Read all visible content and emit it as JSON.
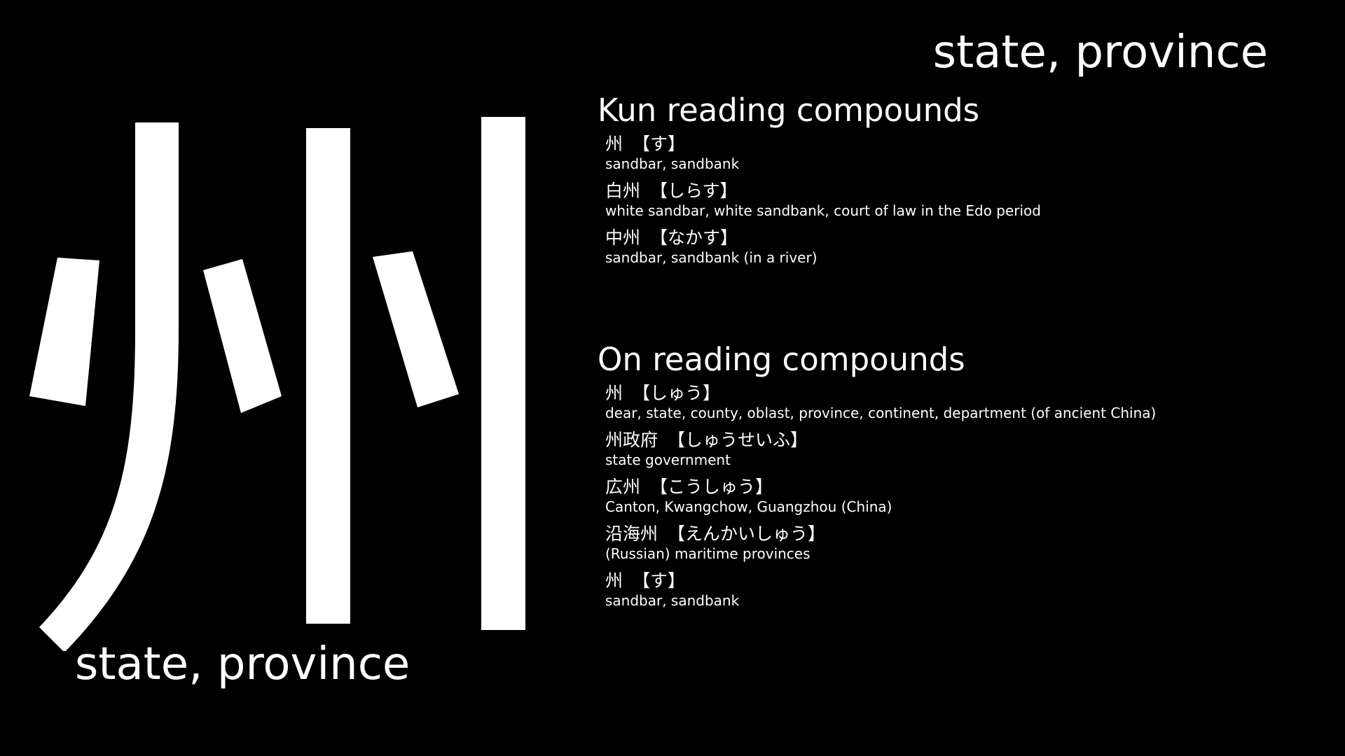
{
  "kanji": {
    "character": "州",
    "meaning_top": "state, province",
    "meaning_bottom": "state, province"
  },
  "kun_section": {
    "title": "Kun reading compounds",
    "entries": [
      {
        "word": "州",
        "reading": "【す】",
        "meaning": "sandbar, sandbank"
      },
      {
        "word": "白州",
        "reading": "【しらす】",
        "meaning": "white sandbar, white sandbank, court of law in the Edo period"
      },
      {
        "word": "中州",
        "reading": "【なかす】",
        "meaning": "sandbar, sandbank (in a river)"
      }
    ]
  },
  "on_section": {
    "title": "On reading compounds",
    "entries": [
      {
        "word": "州",
        "reading": "【しゅう】",
        "meaning": "dear, state, county, oblast, province, continent, department (of ancient China)"
      },
      {
        "word": "州政府",
        "reading": "【しゅうせいふ】",
        "meaning": "state government"
      },
      {
        "word": "広州",
        "reading": "【こうしゅう】",
        "meaning": "Canton, Kwangchow, Guangzhou (China)"
      },
      {
        "word": "沿海州",
        "reading": "【えんかいしゅう】",
        "meaning": "(Russian) maritime provinces"
      },
      {
        "word": "州",
        "reading": "【す】",
        "meaning": "sandbar, sandbank"
      }
    ]
  },
  "colors": {
    "background": "#000000",
    "foreground": "#ffffff"
  }
}
